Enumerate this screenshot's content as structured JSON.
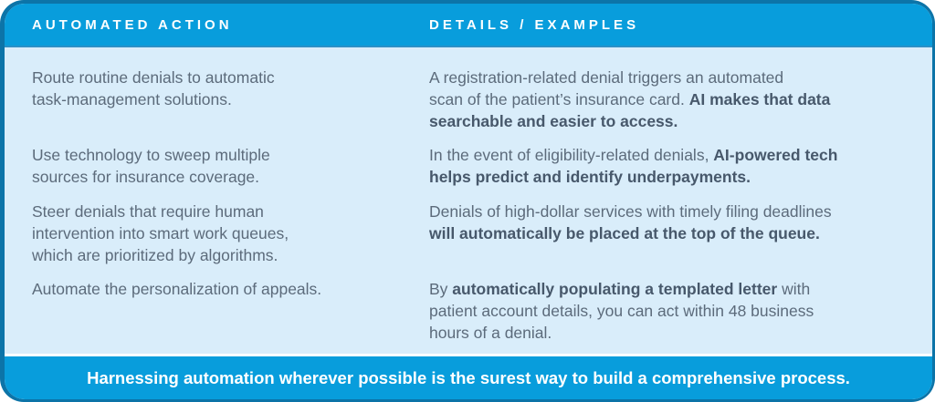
{
  "colors": {
    "brand_blue": "#089DDC",
    "dark_blue": "#0C74A8",
    "light_blue": "#D9EDFA",
    "body_text": "#5C6B7B",
    "body_text_bold": "#47586B",
    "header_text": "#FFFFFF"
  },
  "header": {
    "col1": "AUTOMATED ACTION",
    "col2": "DETAILS / EXAMPLES"
  },
  "rows": [
    {
      "left": [
        {
          "text": "Route routine denials to automatic"
        },
        {
          "br": true
        },
        {
          "text": "task-management solutions."
        }
      ],
      "right": [
        {
          "text": "A registration-related denial triggers an automated"
        },
        {
          "br": true
        },
        {
          "text": "scan of the patient’s insurance card. "
        },
        {
          "text": "AI makes that data",
          "bold": true
        },
        {
          "br": true
        },
        {
          "text": "searchable and easier to access.",
          "bold": true
        }
      ]
    },
    {
      "left": [
        {
          "text": "Use technology to sweep multiple"
        },
        {
          "br": true
        },
        {
          "text": "sources for insurance coverage."
        }
      ],
      "right": [
        {
          "text": "In the event of eligibility-related denials, "
        },
        {
          "text": "AI-powered tech",
          "bold": true
        },
        {
          "br": true
        },
        {
          "text": "helps predict and identify underpayments.",
          "bold": true
        }
      ]
    },
    {
      "left": [
        {
          "text": "Steer denials that require human"
        },
        {
          "br": true
        },
        {
          "text": "intervention into smart work queues,"
        },
        {
          "br": true
        },
        {
          "text": "which are prioritized by algorithms."
        }
      ],
      "right": [
        {
          "text": "Denials of high-dollar services with timely filing deadlines"
        },
        {
          "br": true
        },
        {
          "text": "will automatically be placed at the top of the queue.",
          "bold": true
        }
      ]
    },
    {
      "left": [
        {
          "text": "Automate the personalization of appeals."
        }
      ],
      "right": [
        {
          "text": "By "
        },
        {
          "text": "automatically populating a templated letter",
          "bold": true
        },
        {
          "text": " with"
        },
        {
          "br": true
        },
        {
          "text": "patient account details, you can act within 48 business"
        },
        {
          "br": true
        },
        {
          "text": "hours of a denial."
        }
      ]
    }
  ],
  "footer": {
    "text": "Harnessing automation wherever possible is the surest way to build a comprehensive process."
  }
}
